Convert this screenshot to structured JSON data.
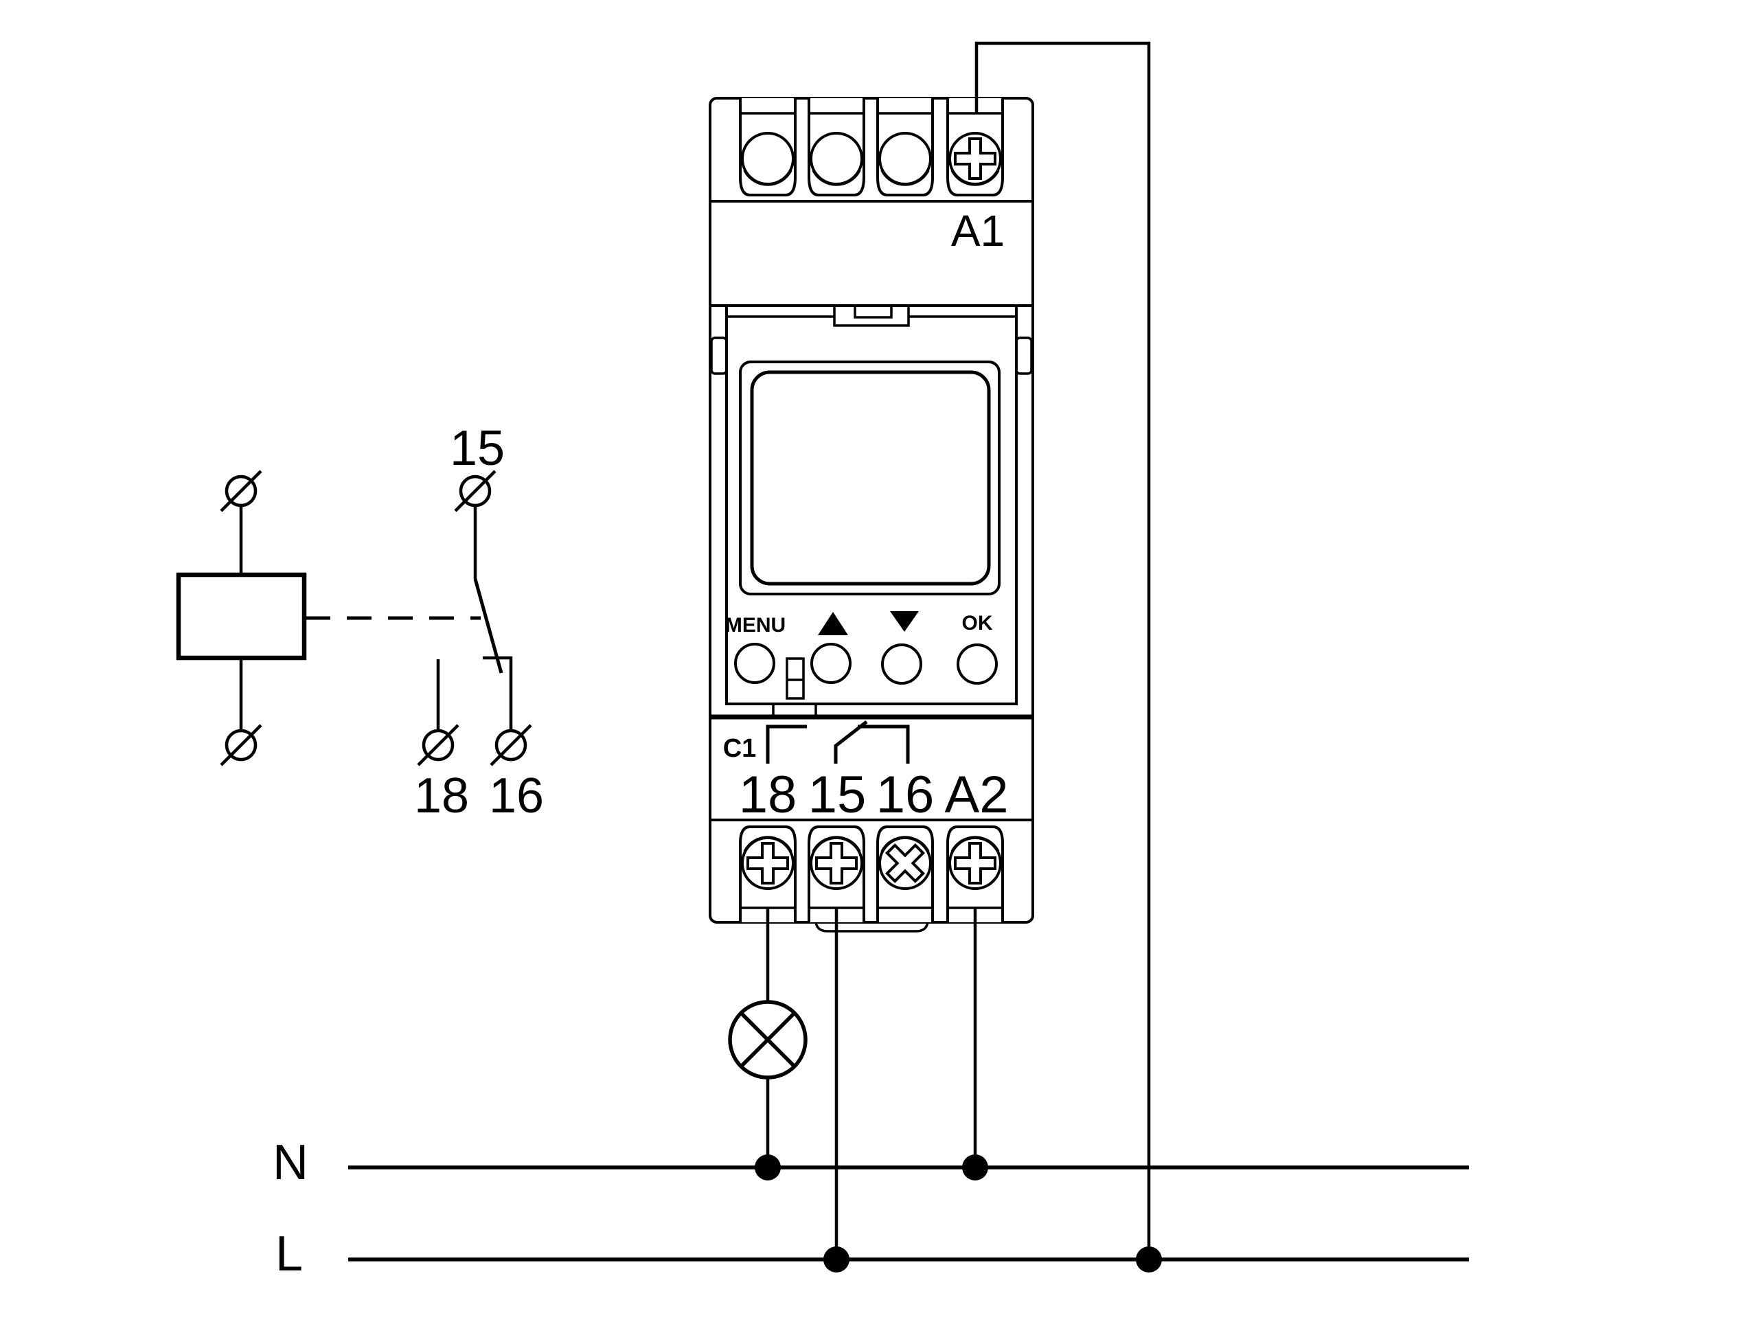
{
  "diagram_title": "DIN-rail digital timer relay wiring diagram",
  "colors": {
    "ink": "#000000",
    "background": "#ffffff"
  },
  "device": {
    "coil_terminal_top": "A1",
    "buttons": {
      "menu": "MENU",
      "ok": "OK"
    },
    "icons": [
      "up-arrow-icon",
      "down-arrow-icon",
      "phillips-screw-icon",
      "slotted-screw-icon",
      "lcd-display",
      "slide-switch",
      "din-clip"
    ],
    "contact_group": "C1",
    "bottom_terminals": [
      "18",
      "15",
      "16",
      "A2"
    ]
  },
  "relay_schematic": {
    "common_terminal": "15",
    "no_terminal": "18",
    "nc_terminal": "16",
    "icons": [
      "relay-coil",
      "terminal-symbol",
      "changeover-contact",
      "actuation-dashed-link"
    ]
  },
  "load": {
    "icon": "lamp-icon"
  },
  "supply": {
    "neutral": "N",
    "line": "L"
  }
}
